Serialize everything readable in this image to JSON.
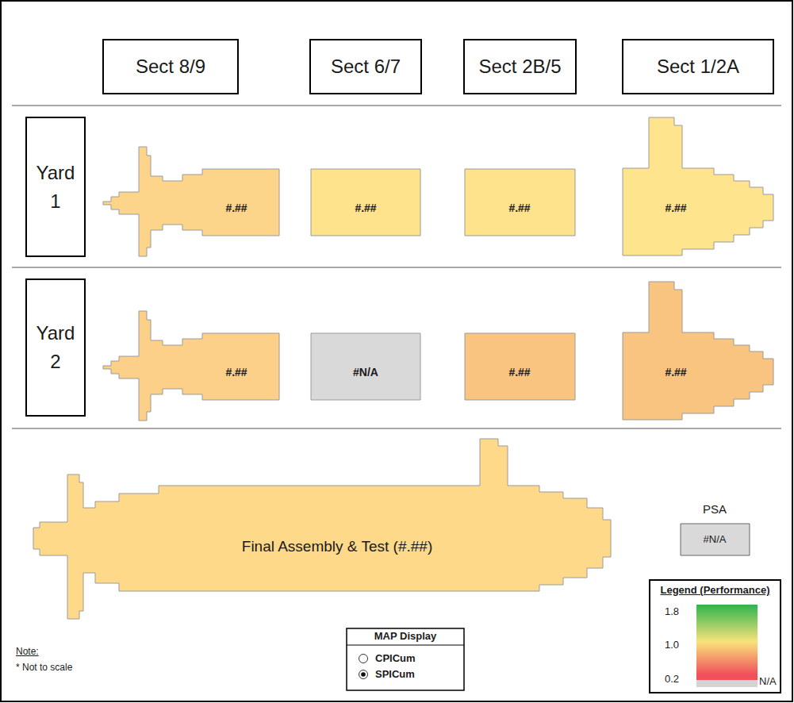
{
  "diagram": {
    "nodes": [
      {
        "text": [
          "Sect 8/9"
        ]
      },
      {
        "text": [
          "Sect 6/7"
        ]
      },
      {
        "text": [
          "Sect 2B/5"
        ]
      },
      {
        "text": [
          "Sect 1/2A"
        ]
      },
      {
        "text": [
          "Yard 1"
        ]
      },
      {
        "text": [
          "#.##"
        ]
      },
      {
        "text": [
          "#.##"
        ]
      },
      {
        "text": [
          "#.##"
        ]
      },
      {
        "text": [
          "#.##"
        ]
      },
      {
        "text": [
          "Yard 2"
        ]
      },
      {
        "text": [
          "#.##"
        ]
      },
      {
        "text": [
          "#N/A"
        ]
      },
      {
        "text": [
          "#.##"
        ]
      },
      {
        "text": [
          "#.##"
        ]
      },
      {
        "text": [
          "Final Assembly & Test (#.##)"
        ]
      },
      {
        "text": [
          "PSA",
          "#N/A"
        ]
      },
      {
        "text": [
          "MAP Display",
          "CPICum",
          "SPICum"
        ]
      }
    ],
    "labels": [
      "Legend (Performance)",
      "Note:",
      "* Not to scale"
    ],
    "legend": [
      {
        "text": "1.8",
        "color": "#2fb44e"
      },
      {
        "text": "1.0",
        "color": "#f9e27a"
      },
      {
        "text": "0.2",
        "color": "#f0505a"
      },
      {
        "text": "N/A",
        "color": "#d4d4d4"
      }
    ]
  }
}
